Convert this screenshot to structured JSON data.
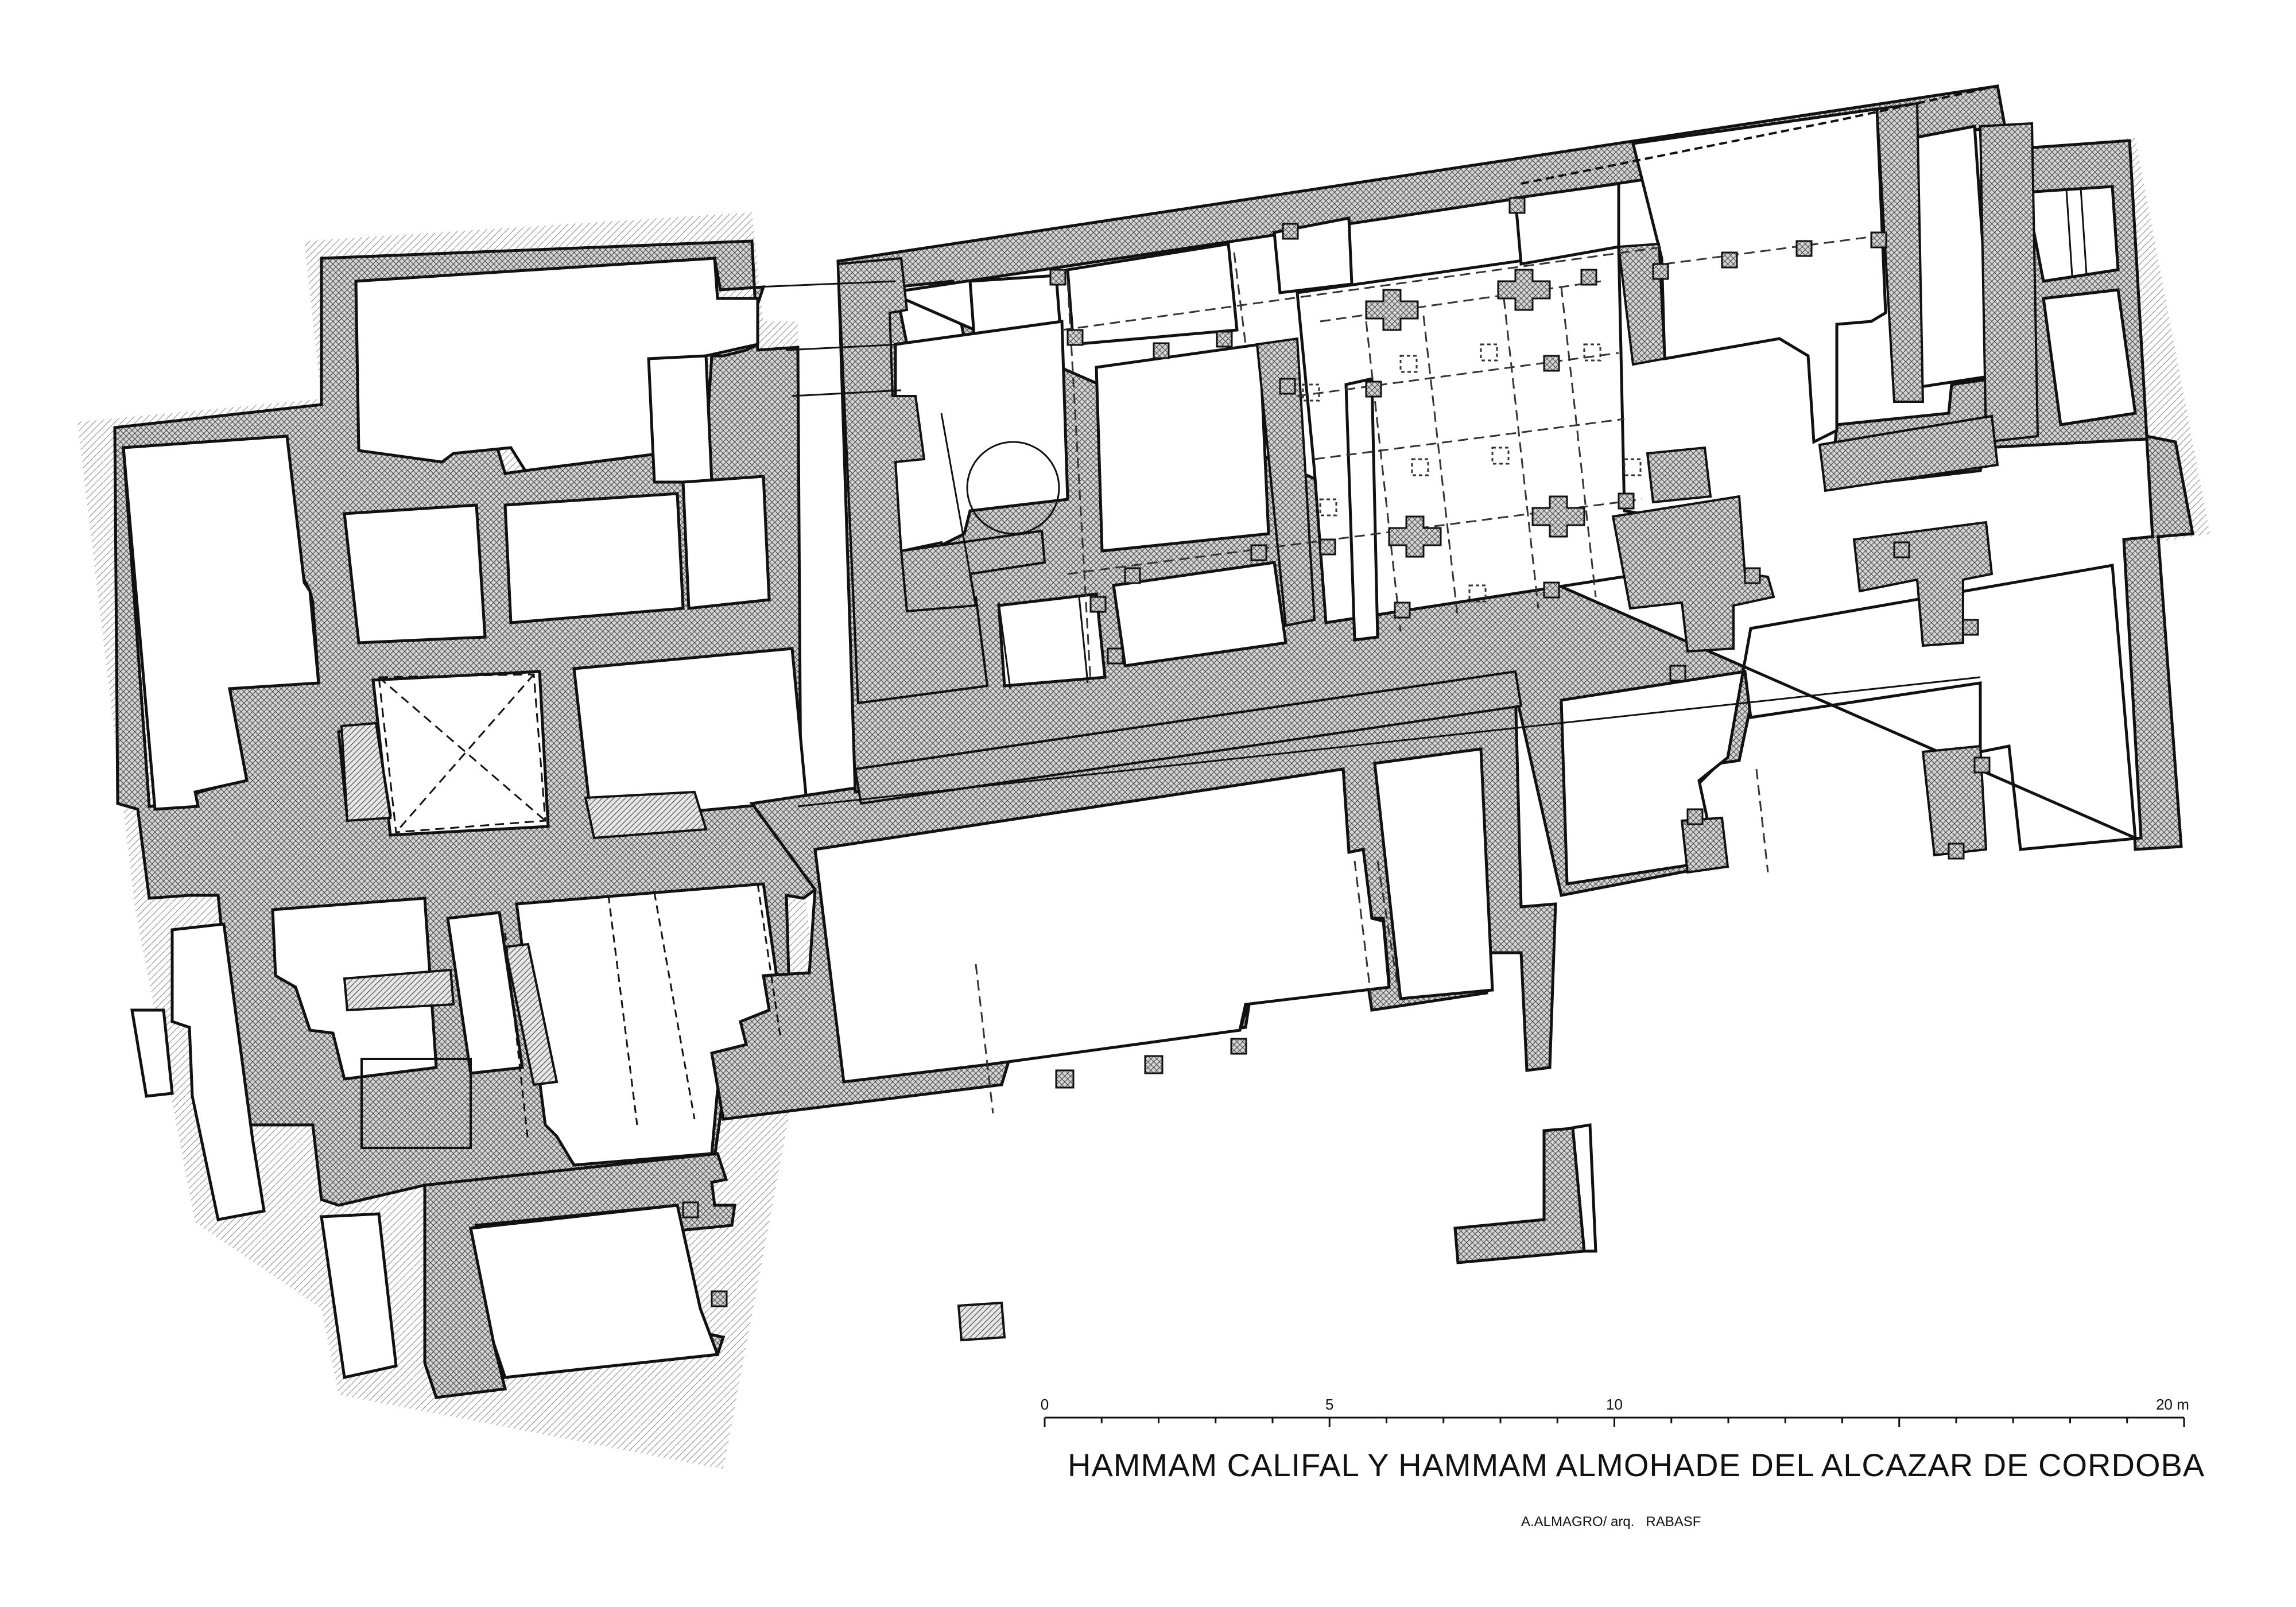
{
  "title": "HAMMAM CALIFAL Y HAMMAM ALMOHADE DEL ALCAZAR DE CORDOBA",
  "credit": "A.ALMAGRO/ arq.   RABASF",
  "scale_bar": {
    "labels": [
      "0",
      "5",
      "10",
      "20 m"
    ],
    "values": [
      0,
      5,
      10,
      20
    ]
  },
  "colors": {
    "ink": "#111111",
    "wall_fill": "#d8d8d8",
    "paper": "#ffffff"
  }
}
